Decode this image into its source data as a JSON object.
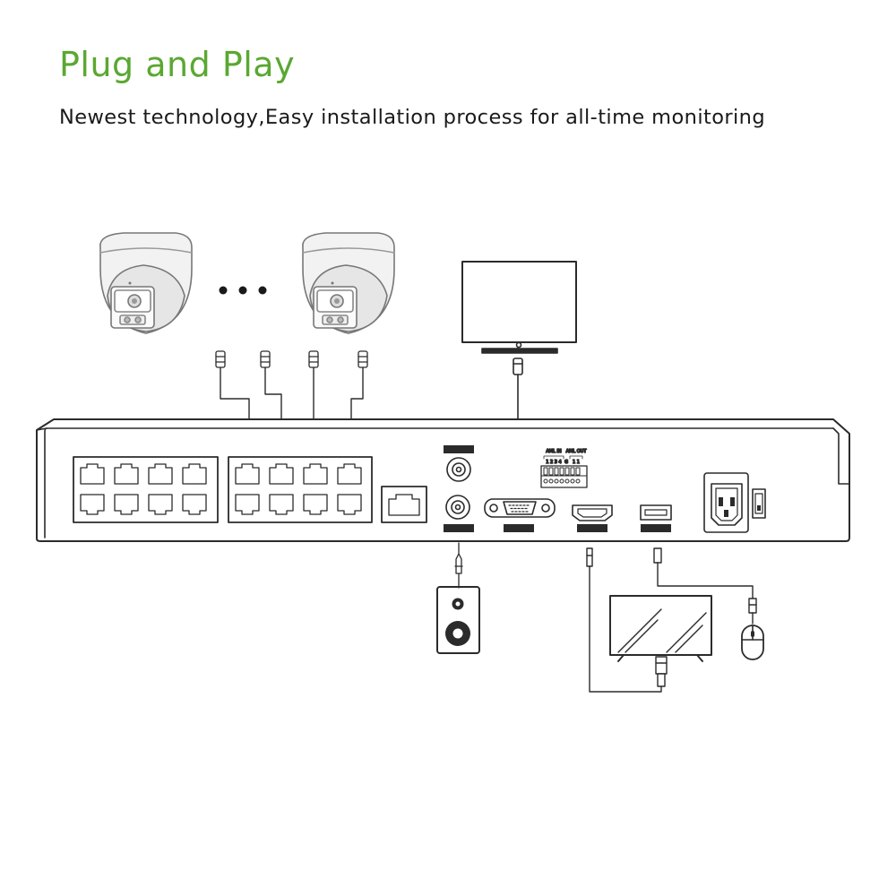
{
  "header": {
    "title": "Plug and Play",
    "subtitle": "Newest technology,Easy installation process for all-time monitoring"
  },
  "colors": {
    "accent": "#5aa832",
    "line": "#2b2b2b"
  },
  "nvr_labels": {
    "audio_out": "AUDIO OUT",
    "audio_in": "AUDIO IN",
    "vga": "VGA",
    "hdmi": "HDMI",
    "usb": "USB2.0",
    "aml_in": "AML IN",
    "aml_out": "AML OUT",
    "aml_in_numbers": "1 2 3 4",
    "aml_g": "G",
    "aml_out_numbers": "1 1"
  },
  "icons": [
    "dome-camera-icon",
    "ellipsis-icon",
    "monitor-icon",
    "tv-icon",
    "speaker-icon",
    "mouse-icon",
    "power-socket-icon",
    "power-switch-icon",
    "rj45-port-icon"
  ]
}
